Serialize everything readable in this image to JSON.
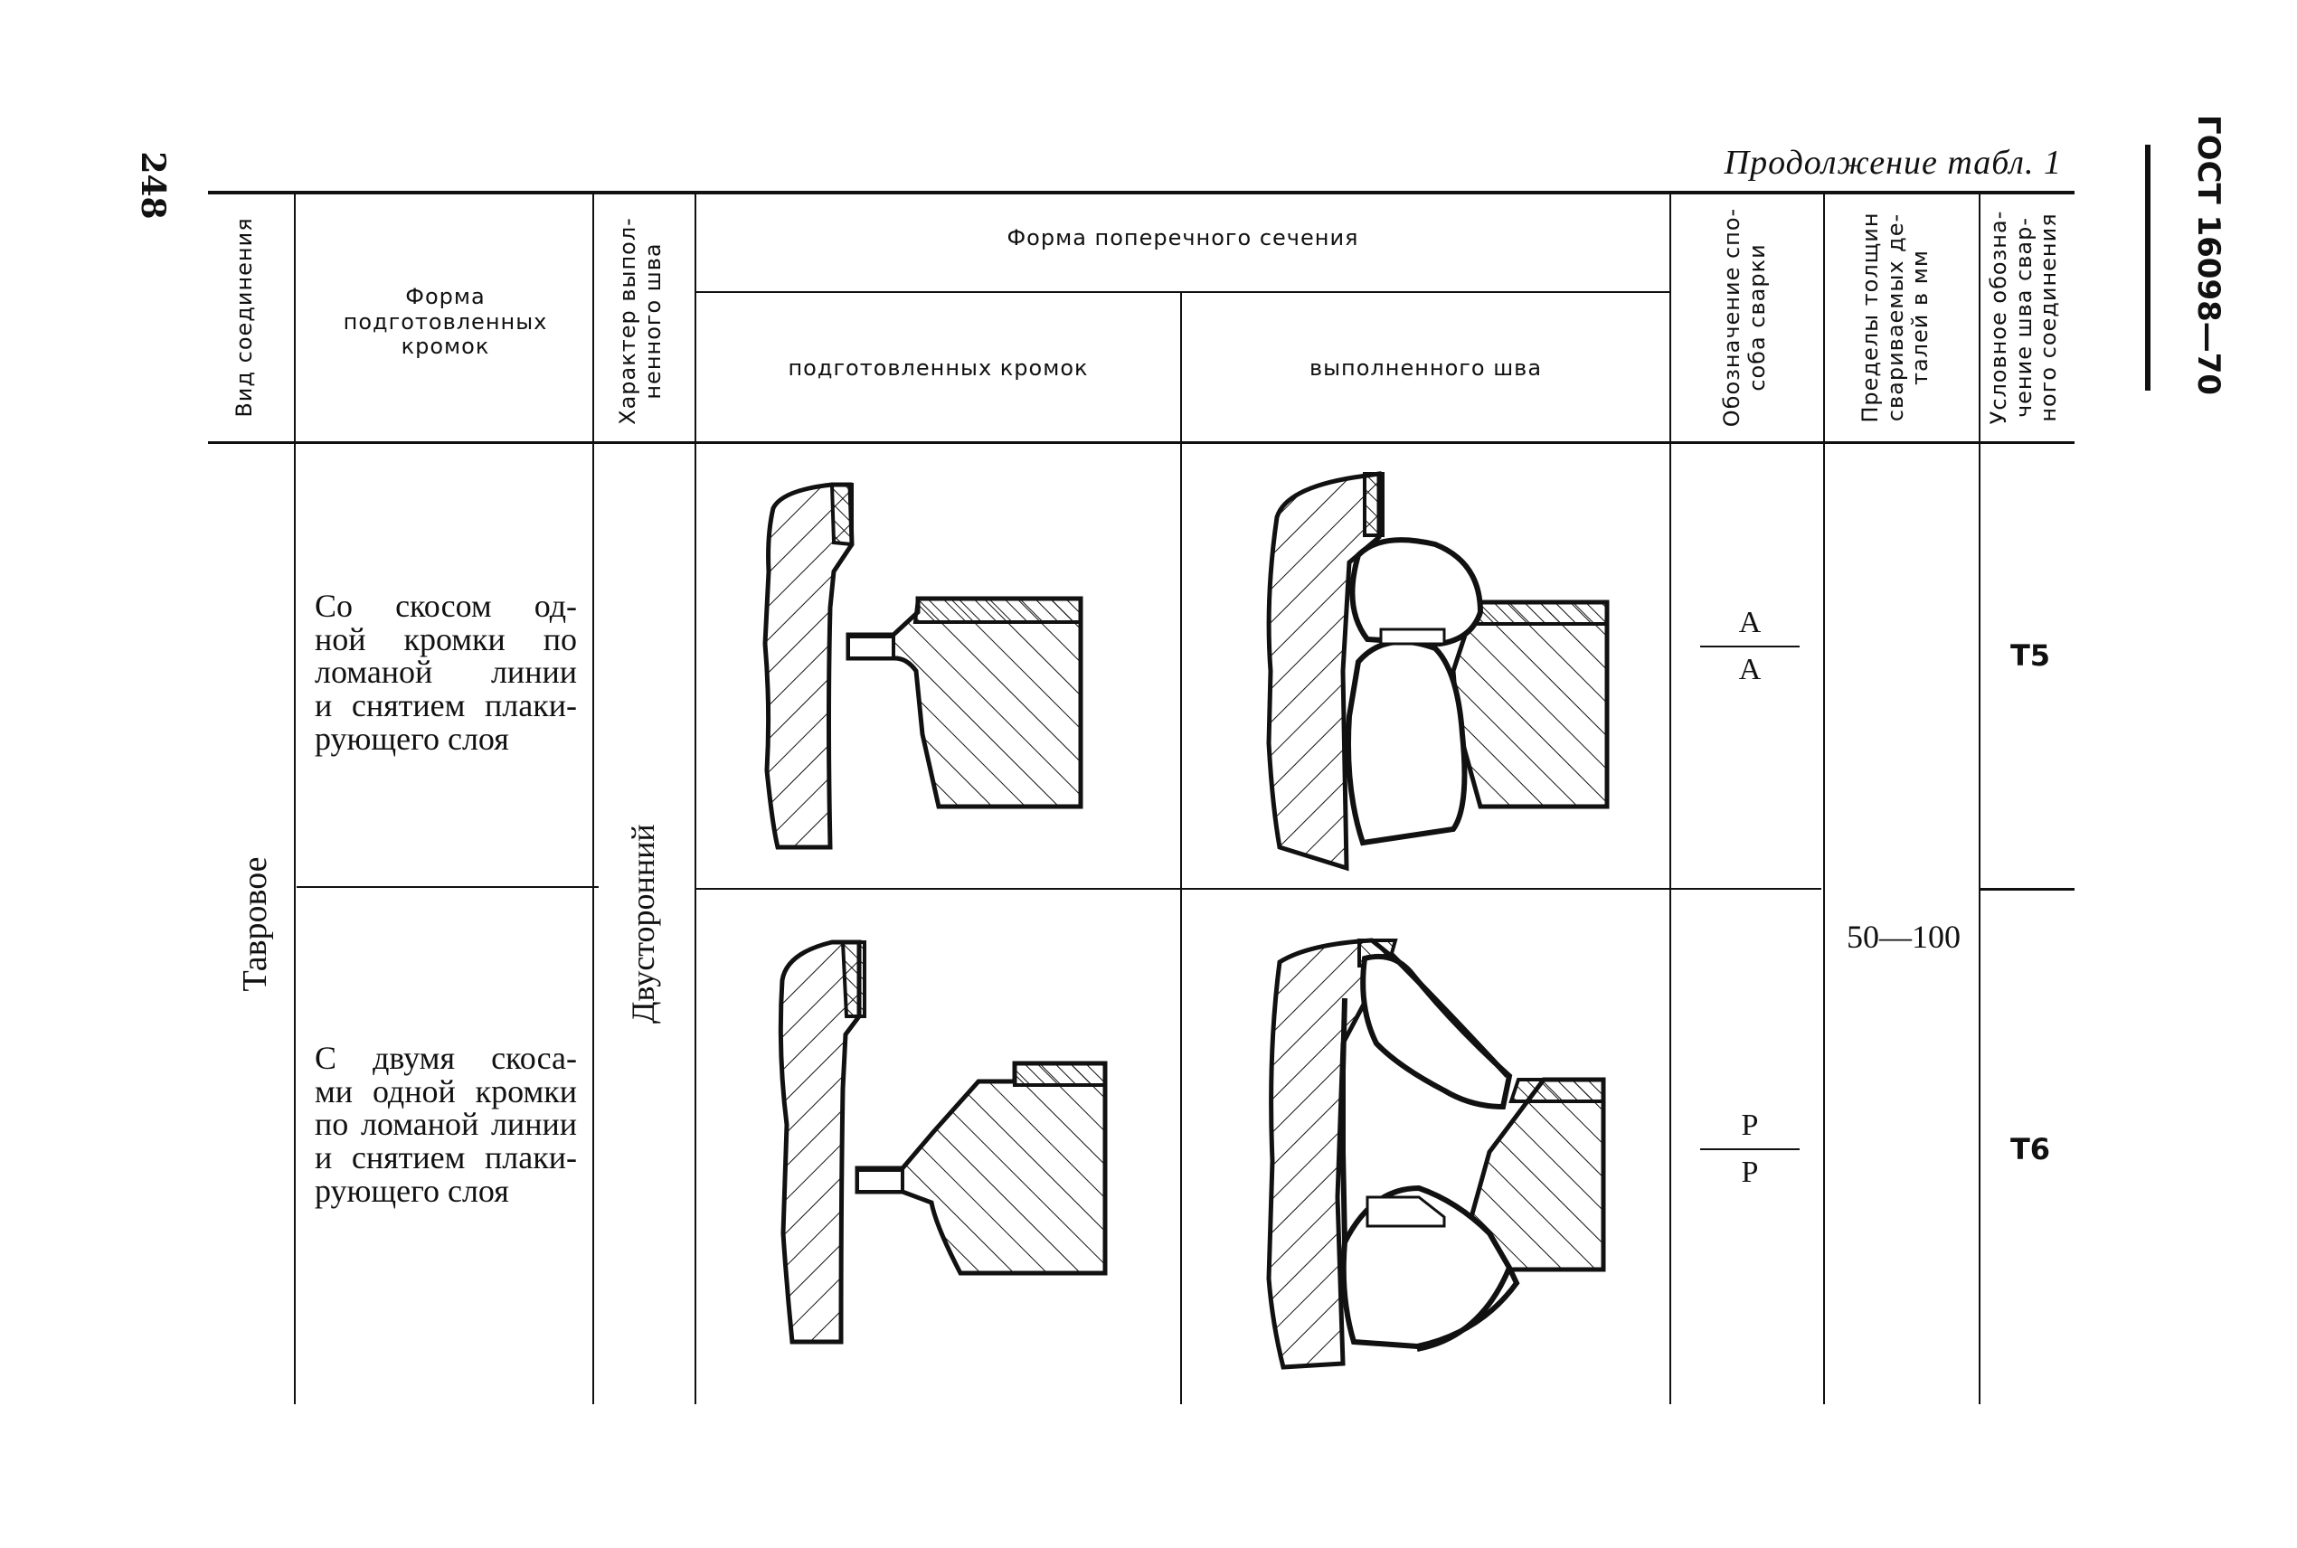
{
  "page": {
    "page_number": "248",
    "continuation": "Продолжение табл. 1",
    "standard": "ГОСТ 16098—70"
  },
  "table": {
    "headers": {
      "joint_type": "Вид соединения",
      "edge_shape": [
        "Форма",
        "подготовленных",
        "кромок"
      ],
      "weld_character": [
        "Характер выпол-",
        "ненного шва"
      ],
      "cross_section": "Форма поперечного сечения",
      "prepared_edges": "подготовленных кромок",
      "completed_weld": "выполненного шва",
      "welding_method": [
        "Обозначение спо-",
        "соба сварки"
      ],
      "thickness": [
        "Пределы толщин",
        "свариваемых де-",
        "талей в мм"
      ],
      "designation": [
        "Условное обозна-",
        "чение шва свар-",
        "ного соединения"
      ]
    },
    "joint_type_value": "Тавровое",
    "weld_character_value": "Двусторонний",
    "thickness_value": "50—100",
    "rows": [
      {
        "edge_shape_lines": [
          "Со скосом од-",
          "ной кромки по",
          "ломаной линии",
          "и снятием плаки-",
          "рующего слоя"
        ],
        "method_numerator": "А",
        "method_denominator": "А",
        "designation": "Т5"
      },
      {
        "edge_shape_lines": [
          "С двумя скоса-",
          "ми одной кромки",
          "по ломаной линии",
          "и снятием плаки-",
          "рующего слоя"
        ],
        "method_numerator": "Р",
        "method_denominator": "Р",
        "designation": "Т6"
      }
    ]
  }
}
